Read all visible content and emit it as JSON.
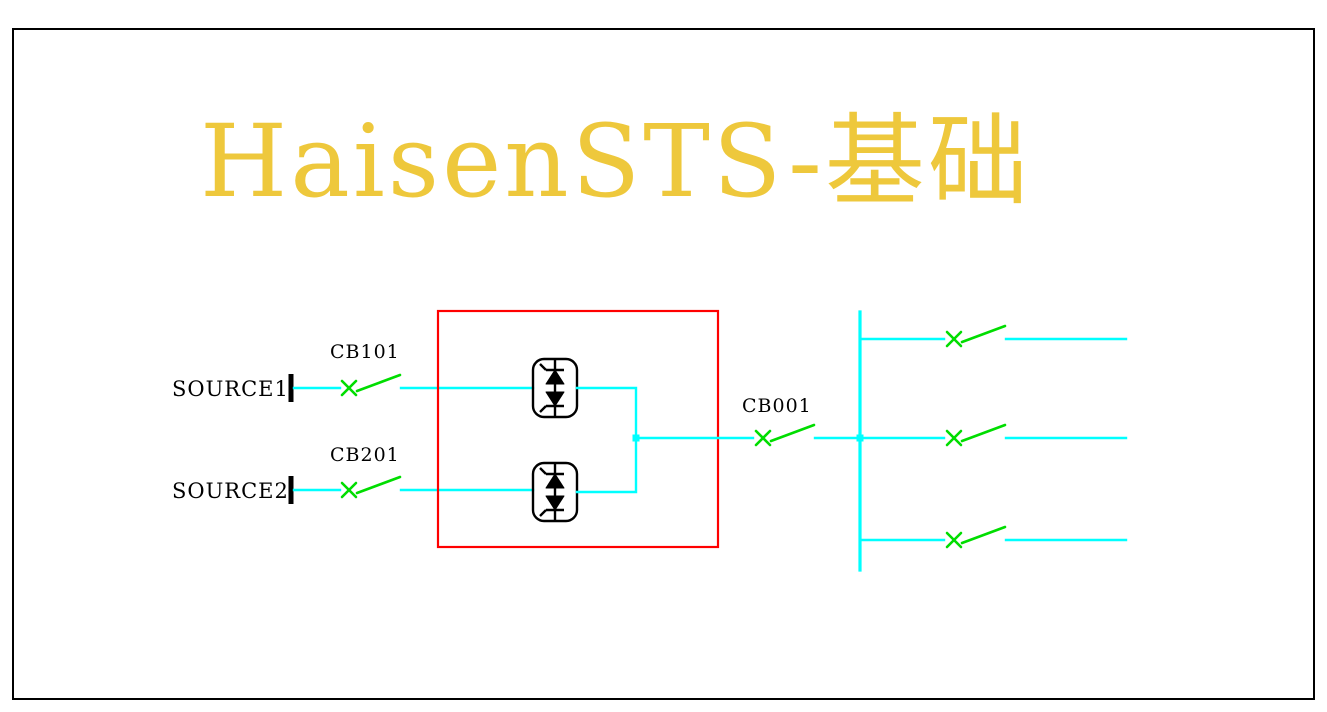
{
  "diagram": {
    "title": "HaisenSTS-基础",
    "sources": [
      {
        "name": "SOURCE1",
        "breaker_label": "CB101"
      },
      {
        "name": "SOURCE2",
        "breaker_label": "CB201"
      }
    ],
    "output_breaker_label": "CB001",
    "feeder_count": 3,
    "symbols": {
      "breaker": "open-switch-x-contact-with-blade",
      "sts_module": "antiparallel-thyristor-pair",
      "junction": "cyan-square-node",
      "source_terminal": "black-bar-terminal"
    }
  },
  "colors": {
    "background": "#ffffff",
    "frame": "#000000",
    "title_text": "#eec83c",
    "label_text": "#000000",
    "wire": "#00ffff",
    "breaker": "#00dd00",
    "sts_box": "#ff0000",
    "symbol_ink": "#000000"
  }
}
